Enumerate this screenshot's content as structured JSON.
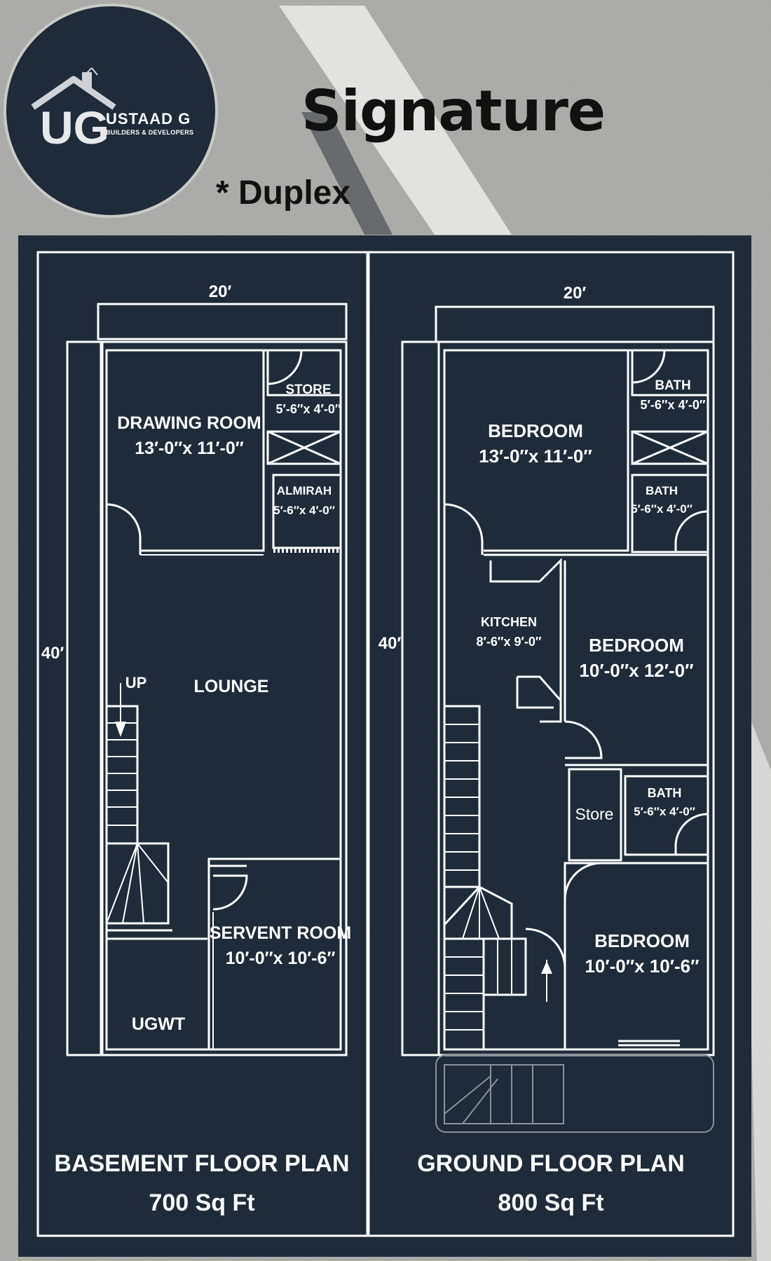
{
  "brand": {
    "name": "USTAAD G",
    "tagline": "BUILDERS & DEVELOPERS",
    "monogram": "UG"
  },
  "header": {
    "title": "Signature",
    "subtitle": "*  Duplex"
  },
  "basement": {
    "width_dim": "20′",
    "depth_dim": "40′",
    "rooms": {
      "drawing_name": "DRAWING ROOM",
      "drawing_size": "13′-0″x 11′-0″",
      "store_name": "STORE",
      "store_size": "5′-6″x 4′-0″",
      "almirah_name": "ALMIRAH",
      "almirah_size": "5′-6″x 4′-0″",
      "lounge_name": "LOUNGE",
      "up_label": "UP",
      "servent_name": "SERVENT ROOM",
      "servent_size": "10′-0″x 10′-6″",
      "ugwt_name": "UGWT"
    },
    "footer_title": "BASEMENT FLOOR PLAN",
    "footer_area": "700 Sq Ft"
  },
  "ground": {
    "width_dim": "20′",
    "depth_dim": "40′",
    "rooms": {
      "bed1_name": "BEDROOM",
      "bed1_size": "13′-0″x 11′-0″",
      "bath1_name": "BATH",
      "bath1_size": "5′-6″x 4′-0″",
      "bath2_name": "BATH",
      "bath2_size": "5′-6″x 4′-0″",
      "kitchen_name": "KITCHEN",
      "kitchen_size": "8′-6″x 9′-0″",
      "bed2_name": "BEDROOM",
      "bed2_size": "10′-0″x 12′-0″",
      "store_name": "Store",
      "bath3_name": "BATH",
      "bath3_size": "5′-6″x 4′-0″",
      "bed3_name": "BEDROOM",
      "bed3_size": "10′-0″x 10′-6″"
    },
    "footer_title": "GROUND FLOOR PLAN",
    "footer_area": "800 Sq Ft"
  },
  "colors": {
    "board": "#1f2b38",
    "lines": "#ffffff",
    "background": "#a9a9a6"
  }
}
